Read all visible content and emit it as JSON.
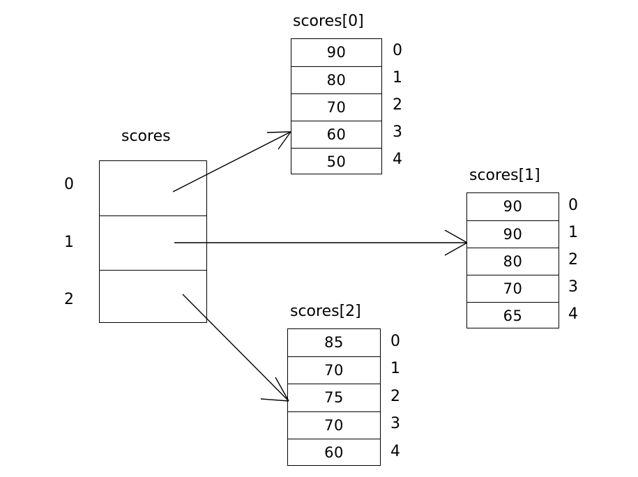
{
  "diagram": {
    "type": "array-of-arrays-pointer-diagram",
    "background_color": "#ffffff",
    "line_color": "#000000",
    "text_color": "#000000"
  },
  "pointer_array": {
    "title": "scores",
    "index_labels": [
      "0",
      "1",
      "2"
    ],
    "cells": [
      "",
      "",
      ""
    ]
  },
  "sub_arrays": [
    {
      "title": "scores[0]",
      "values": [
        "90",
        "80",
        "70",
        "60",
        "50"
      ],
      "index_labels": [
        "0",
        "1",
        "2",
        "3",
        "4"
      ]
    },
    {
      "title": "scores[1]",
      "values": [
        "90",
        "90",
        "80",
        "70",
        "65"
      ],
      "index_labels": [
        "0",
        "1",
        "2",
        "3",
        "4"
      ]
    },
    {
      "title": "scores[2]",
      "values": [
        "85",
        "70",
        "75",
        "70",
        "60"
      ],
      "index_labels": [
        "0",
        "1",
        "2",
        "3",
        "4"
      ]
    }
  ],
  "arrows": [
    {
      "name": "arrow-scores-0",
      "from_cell": "0",
      "to_array": "scores[0]"
    },
    {
      "name": "arrow-scores-1",
      "from_cell": "1",
      "to_array": "scores[1]"
    },
    {
      "name": "arrow-scores-2",
      "from_cell": "2",
      "to_array": "scores[2]"
    }
  ]
}
